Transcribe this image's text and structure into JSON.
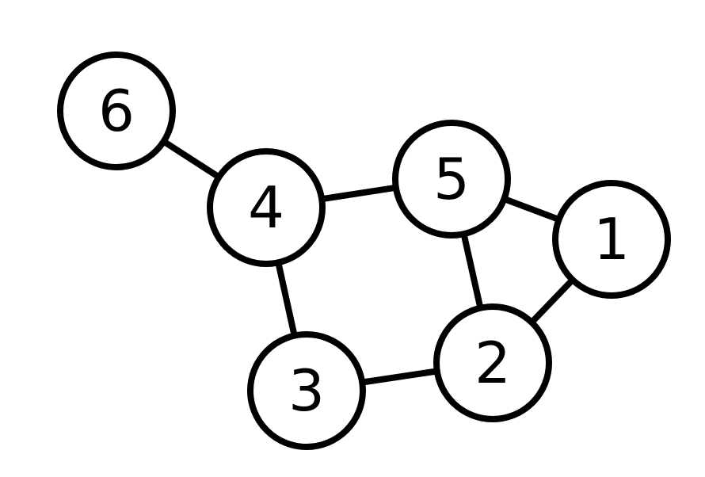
{
  "graph": {
    "nodes": [
      {
        "id": "1",
        "label": "1"
      },
      {
        "id": "2",
        "label": "2"
      },
      {
        "id": "3",
        "label": "3"
      },
      {
        "id": "4",
        "label": "4"
      },
      {
        "id": "5",
        "label": "5"
      },
      {
        "id": "6",
        "label": "6"
      }
    ],
    "edges": [
      {
        "from": "6",
        "to": "4"
      },
      {
        "from": "4",
        "to": "5"
      },
      {
        "from": "4",
        "to": "3"
      },
      {
        "from": "5",
        "to": "1"
      },
      {
        "from": "5",
        "to": "2"
      },
      {
        "from": "1",
        "to": "2"
      },
      {
        "from": "3",
        "to": "2"
      }
    ]
  },
  "colors": {
    "stroke": "#000000",
    "fill": "#ffffff",
    "background": "#ffffff"
  }
}
